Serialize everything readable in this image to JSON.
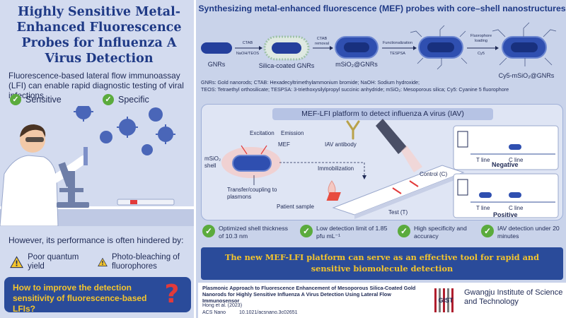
{
  "left": {
    "title": "Highly Sensitive Metal-Enhanced Fluorescence Probes for Influenza A Virus Detection",
    "subtitle": "Fluorescence-based lateral flow immunoassay (LFI) can enable rapid diagnostic testing of viral infections",
    "ticks": [
      "Sensitive",
      "Specific"
    ],
    "hinder_text": "However, its performance is often hindered by:",
    "warnings": [
      "Poor quantum yield",
      "Photo-bleaching of fluorophores"
    ],
    "question": "How to improve the detection sensitivity of fluorescence-based LFIs?",
    "question_mark": "?"
  },
  "synthesis": {
    "title": "Synthesizing metal-enhanced fluorescence (MEF) probes with core–shell nanostructures",
    "labels": {
      "gnrs": "GNRs",
      "silica": "Silica-coated GNRs",
      "msio2": "mSiO₂@GNRs",
      "cy5": "Cy5-mSiO₂@GNRs"
    },
    "arrows": {
      "a1_top": "CTAB",
      "a1_bot": "NaOH/TEOS",
      "a2_top": "CTAB",
      "a2_bot": "removal",
      "a3_top": "Functionalization",
      "a3_bot": "TESPSA",
      "a4_top": "Fluorophore",
      "a4_mid": "loading",
      "a4_bot": "Cy5"
    },
    "abbrev_1": "GNRs: Gold nanorods; CTAB: Hexadecyltrimethylammonium bromide; NaOH: Sodium hydroxide;",
    "abbrev_2": "TEOS: Tetraethyl orthosilicate; TESPSA: 3-triethoxysilylpropyl succinic anhydride; mSiO₂: Mesoporous silica; Cy5: Cyanine 5 fluorophore"
  },
  "platform": {
    "title": "MEF-LFI platform to detect influenza A virus (IAV)",
    "excitation": "Excitation",
    "emission": "Emission",
    "mef": "MEF",
    "shell": "mSiO₂ shell",
    "transfer": "Transfer/coupling to plasmons",
    "antibody": "IAV antibody",
    "immobilization": "Immobilization",
    "sample": "Patient sample",
    "control": "Control (C)",
    "test": "Test (T)",
    "t_line": "T line",
    "c_line": "C line",
    "negative": "Negative",
    "positive": "Positive"
  },
  "features": [
    "Optimized shell thickness of 10.3 nm",
    "Low detection limit of 1.85 pfu mL⁻¹",
    "High specificity and accuracy",
    "IAV detection under 20 minutes"
  ],
  "banner": "The new MEF-LFI platform can serve as an effective tool for rapid and sensitive biomolecule detection",
  "citation": {
    "title": "Plasmonic Approach to Fluorescence Enhancement of Mesoporous Silica-Coated Gold Nanorods for Highly Sensitive Influenza A Virus Detection Using Lateral Flow Immunosensor",
    "authors": "Hong et al. (2023)",
    "journal": "ACS Nano",
    "doi": "10.1021/acsnano.3c02651",
    "institution": "Gwangju Institute of Science and Technology",
    "logo_text": "GIST"
  },
  "colors": {
    "navy": "#1f3a86",
    "banner": "#2a4b9a",
    "yellow": "#f4c52c",
    "green": "#5bab3d",
    "red": "#e23a3a"
  }
}
